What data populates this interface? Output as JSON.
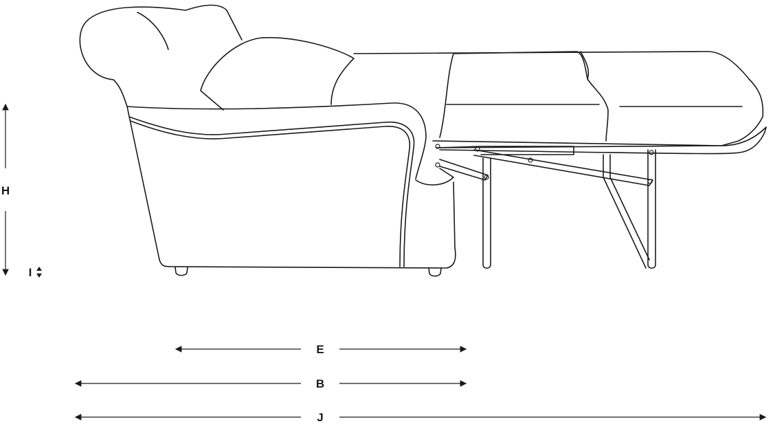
{
  "dimensions": {
    "height_label": "H",
    "leg_height_label": "I",
    "seat_depth_label": "E",
    "depth_label": "B",
    "extended_length_label": "J"
  },
  "colors": {
    "line": "#1a1a1a",
    "background": "#ffffff"
  }
}
